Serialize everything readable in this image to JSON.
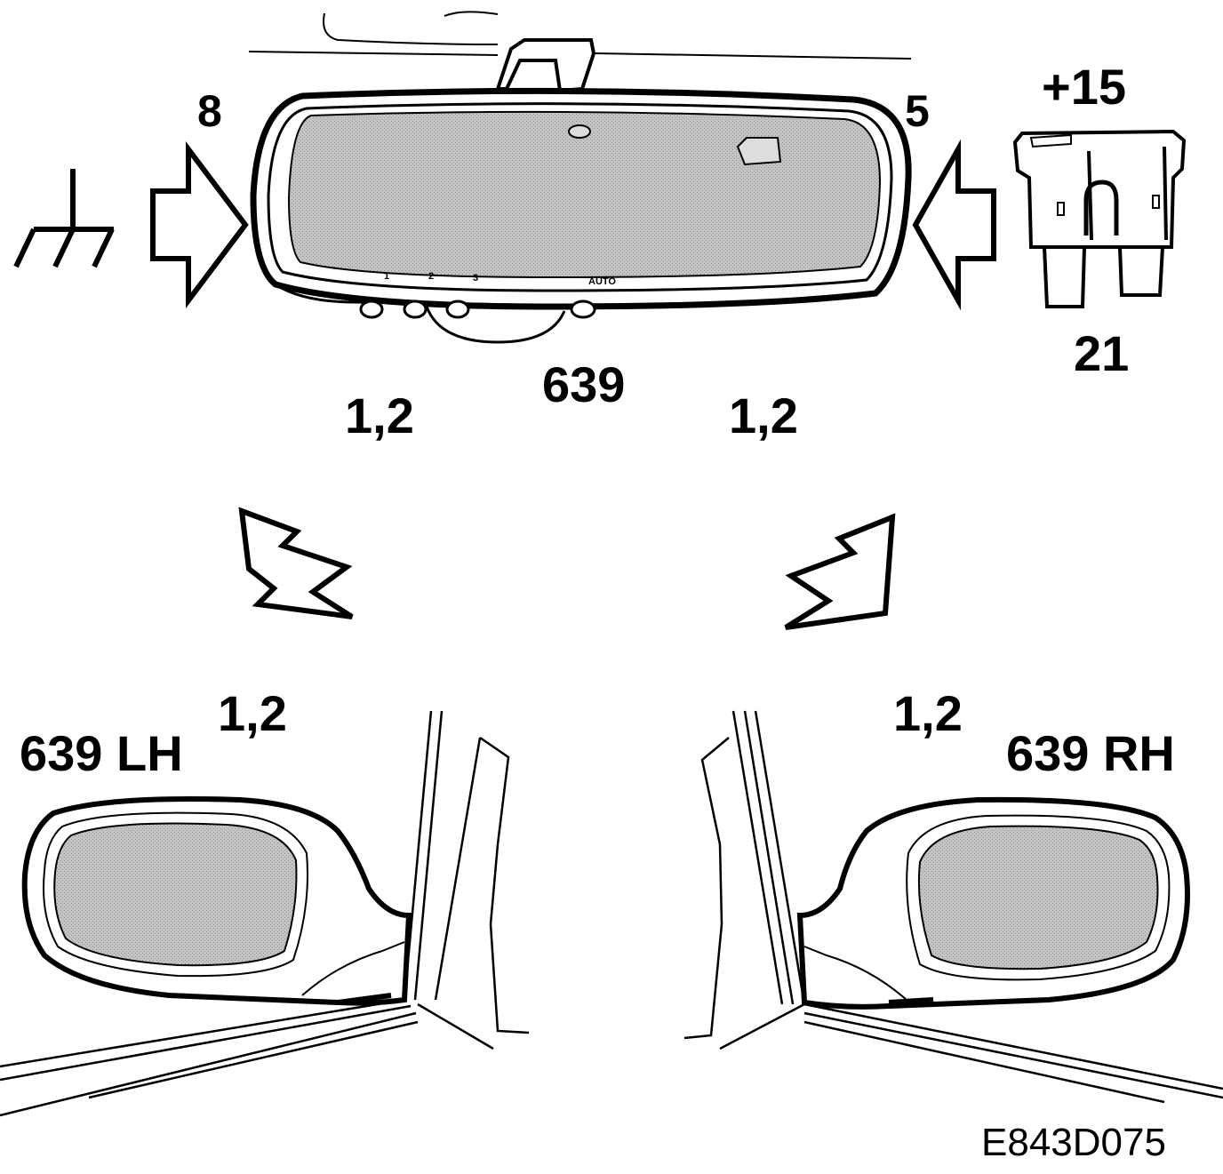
{
  "labels": {
    "ground_pin": "8",
    "supply_pin": "5",
    "supply_voltage": "+15",
    "fuse_number": "21",
    "component_center": "639",
    "pins_left": "1,2",
    "pins_right": "1,2",
    "mirror_left_pins": "1,2",
    "mirror_right_pins": "1,2",
    "mirror_left": "639 LH",
    "mirror_right": "639 RH",
    "figure_code": "E843D075"
  },
  "mirror_buttons": {
    "b1": "1",
    "b2": "2",
    "b3": "3",
    "auto": "AUTO"
  },
  "colors": {
    "line": "#000000",
    "glass": "#bdbdbd",
    "background": "#ffffff"
  },
  "icons": [
    "ground-symbol-icon",
    "fuse-icon",
    "arrow-right-icon",
    "arrow-left-icon",
    "arrow-down-left-icon",
    "arrow-down-right-icon"
  ]
}
